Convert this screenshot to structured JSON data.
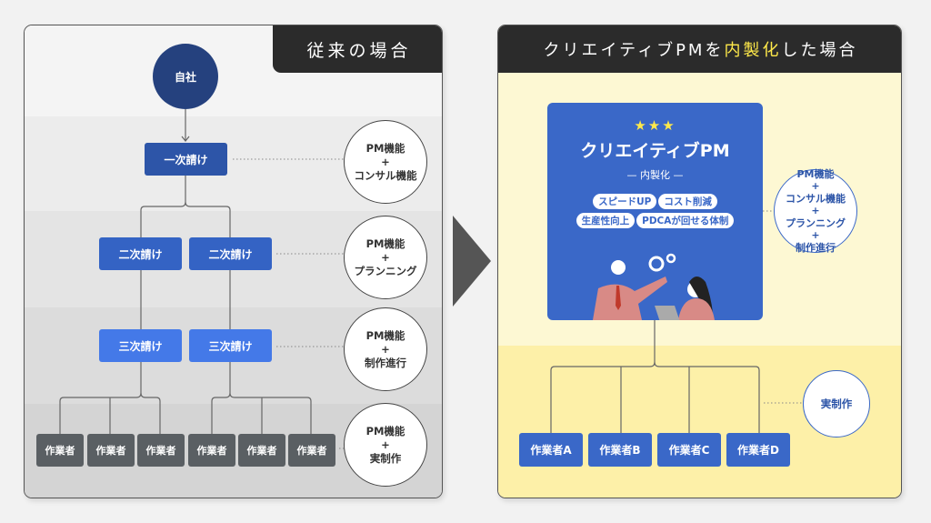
{
  "left": {
    "title": "従来の場合",
    "root": "自社",
    "level1": "一次請け",
    "level2": [
      "二次請け",
      "二次請け"
    ],
    "level3": [
      "三次請け",
      "三次請け"
    ],
    "workers": [
      "作業者",
      "作業者",
      "作業者",
      "作業者",
      "作業者",
      "作業者"
    ],
    "roles": [
      {
        "l1": "PM機能",
        "l2": "+",
        "l3": "コンサル機能"
      },
      {
        "l1": "PM機能",
        "l2": "+",
        "l3": "プランニング"
      },
      {
        "l1": "PM機能",
        "l2": "+",
        "l3": "制作進行"
      },
      {
        "l1": "PM機能",
        "l2": "+",
        "l3": "実制作"
      }
    ]
  },
  "right": {
    "title_pre": "クリエイティブPMを",
    "title_hl": "内製化",
    "title_post": "した場合",
    "card": {
      "stars": "★★★",
      "title": "クリエイティブPM",
      "subtitle": "— 内製化 —",
      "tags": [
        "スピードUP",
        "コスト削減",
        "生産性向上",
        "PDCAが回せる体制"
      ]
    },
    "role": {
      "l1": "PM機能",
      "l2": "+",
      "l3": "コンサル機能",
      "l4": "+",
      "l5": "プランニング",
      "l6": "+",
      "l7": "制作進行"
    },
    "workers": [
      "作業者A",
      "作業者B",
      "作業者C",
      "作業者D"
    ],
    "worker_role": "実制作"
  },
  "colors": {
    "highlight": "#ffe94a",
    "blue": "#3a68c8",
    "dark": "#2b2b2b"
  }
}
